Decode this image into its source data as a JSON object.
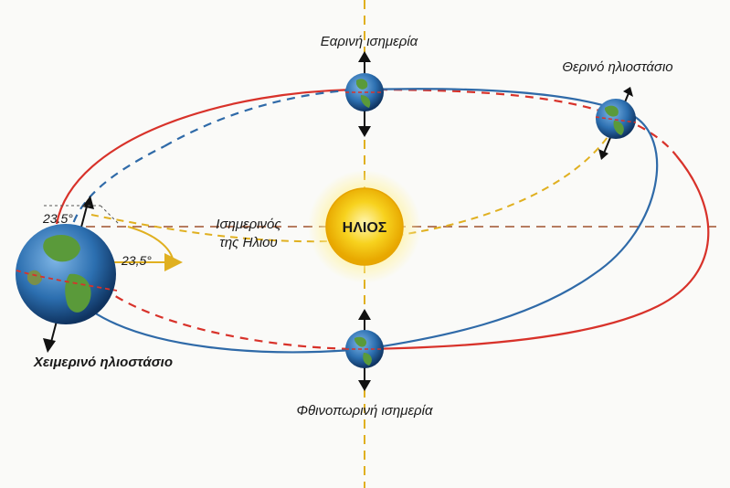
{
  "labels": {
    "vernal_equinox": "Εαρινή ισημερία",
    "summer_solstice": "Θερινό ηλιοστάσιο",
    "winter_solstice": "Χειμερινό ηλιοστάσιο",
    "autumn_equinox": "Φθινοπωρινή ισημερία",
    "sun_equator_line1": "Ισημερινός",
    "sun_equator_line2": "της Ηλιου",
    "sun": "ΗΛΙΟΣ",
    "tilt_angle_1": "23.5°",
    "tilt_angle_2": "23,5°"
  },
  "colors": {
    "orbit_red": "#d8322a",
    "orbit_blue": "#2f6aa8",
    "axis_yellow": "#e0b020",
    "sun_equator_brown": "#a0522d",
    "sun_fill": "#f7d21e",
    "ocean": "#2c6fb0",
    "land": "#5a9a3a"
  }
}
